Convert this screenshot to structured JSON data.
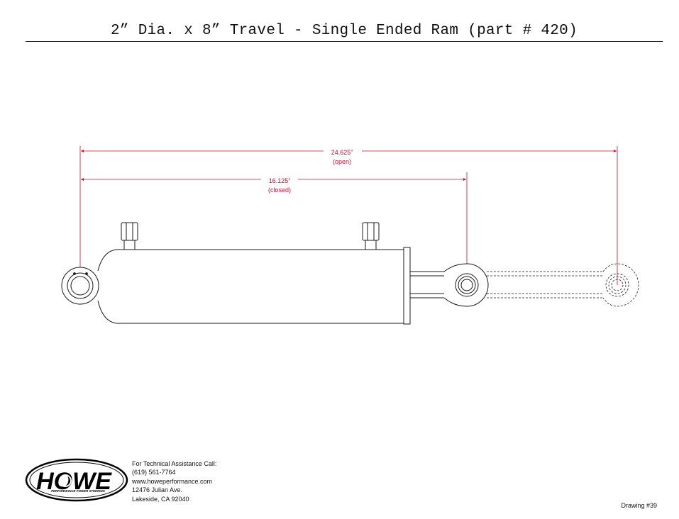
{
  "title": "2” Dia. x 8” Travel - Single Ended Ram (part # 420)",
  "dimensions": {
    "open": {
      "value": "24.625”",
      "label": "(open)"
    },
    "closed": {
      "value": "16.125”",
      "label": "(closed)"
    }
  },
  "logo": {
    "brand": "HOWE",
    "tagline": "PERFORMANCE POWER STEERING"
  },
  "contact": {
    "heading": "For Technical Assistance Call:",
    "phone": "(619) 561-7764",
    "website": "www.howeperformance.com",
    "street": "12476 Julian Ave.",
    "city": "Lakeside, CA 92040"
  },
  "drawing_number": "Drawing #39",
  "colors": {
    "dimension": "#c8102e",
    "line": "#1a1a1a"
  }
}
